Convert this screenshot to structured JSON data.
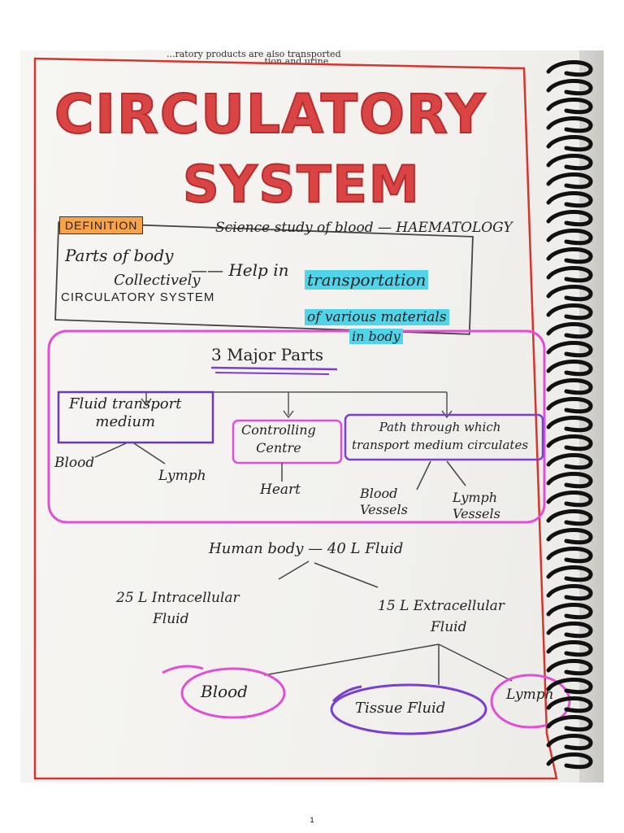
{
  "printed_scrap": {
    "line1": "...ratory products are also transported",
    "line2": "...tion and urine"
  },
  "title": {
    "line1": "CIRCULATORY",
    "line2": "SYSTEM"
  },
  "definition": {
    "tag": "DEFINITION",
    "science_line": "Science study of blood — HAEMATOLOGY",
    "parts_of_body": "Parts of body",
    "help_in": "—— Help in",
    "transportation": "transportation",
    "collectively": "Collectively",
    "circulatory_system": "CIRCULATORY SYSTEM",
    "of_various_materials": "of various materials",
    "in_body": "in body"
  },
  "major_parts": {
    "heading": "3 Major Parts",
    "fluid_box": [
      "Fluid transport",
      "medium"
    ],
    "controlling_box": [
      "Controlling",
      "Centre"
    ],
    "path_box": [
      "Path through which",
      "transport medium circulates"
    ],
    "blood": "Blood",
    "lymph": "Lymph",
    "heart": "Heart",
    "blood_vessels": [
      "Blood",
      "Vessels"
    ],
    "lymph_vessels": [
      "Lymph",
      "Vessels"
    ]
  },
  "fluids": {
    "human_body": "Human body — 40 L Fluid",
    "intracellular": [
      "25 L Intracellular",
      "Fluid"
    ],
    "extracellular": [
      "15 L Extracellular",
      "Fluid"
    ],
    "blood": "Blood",
    "tissue_fluid": "Tissue Fluid",
    "lymph": "Lymph"
  },
  "page_number": "1",
  "colors": {
    "title_red": "#d94545",
    "border_red": "#d8342e",
    "magenta": "#e04fd6",
    "purple": "#7a3fd0",
    "highlight_blue": "#4fd4ea",
    "definition_orange": "#f7a34a",
    "spiral": "#111111"
  }
}
